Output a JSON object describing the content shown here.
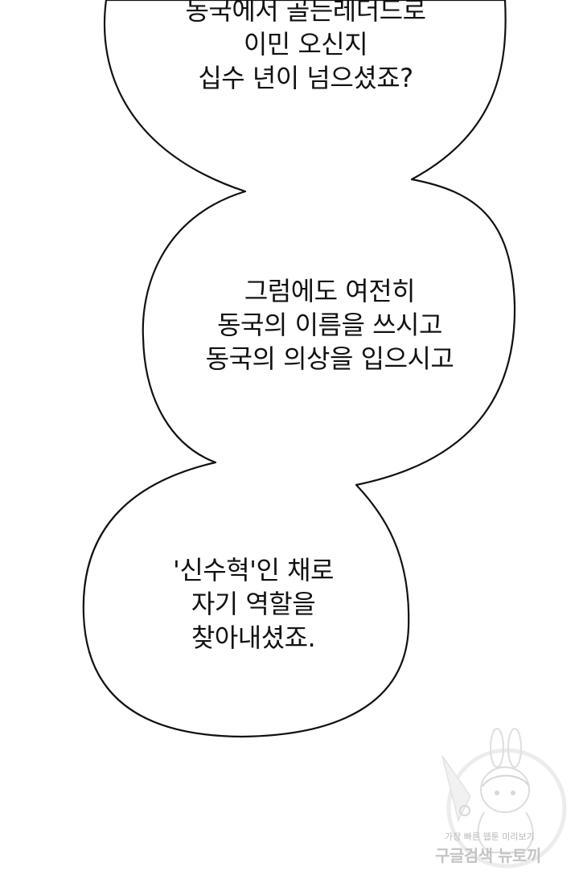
{
  "bubbles": [
    {
      "lines": [
        "동국에서 골든레더드로",
        "이민 오신지",
        "십수 년이 넘으셨죠?"
      ]
    },
    {
      "lines": [
        "그럼에도 여전히",
        "동국의 이름을 쓰시고",
        "동국의 의상을 입으시고"
      ]
    },
    {
      "lines": [
        "'신수혁'인 채로",
        "자기 역할을",
        "찾아내셨죠."
      ]
    }
  ],
  "watermark": {
    "tagline": "가장 빠른 웹툰 미리보기",
    "brand": "구글검색 뉴토끼"
  },
  "colors": {
    "background": "#ffffff",
    "outline": "#111111",
    "watermark": "#c4c4c4"
  }
}
